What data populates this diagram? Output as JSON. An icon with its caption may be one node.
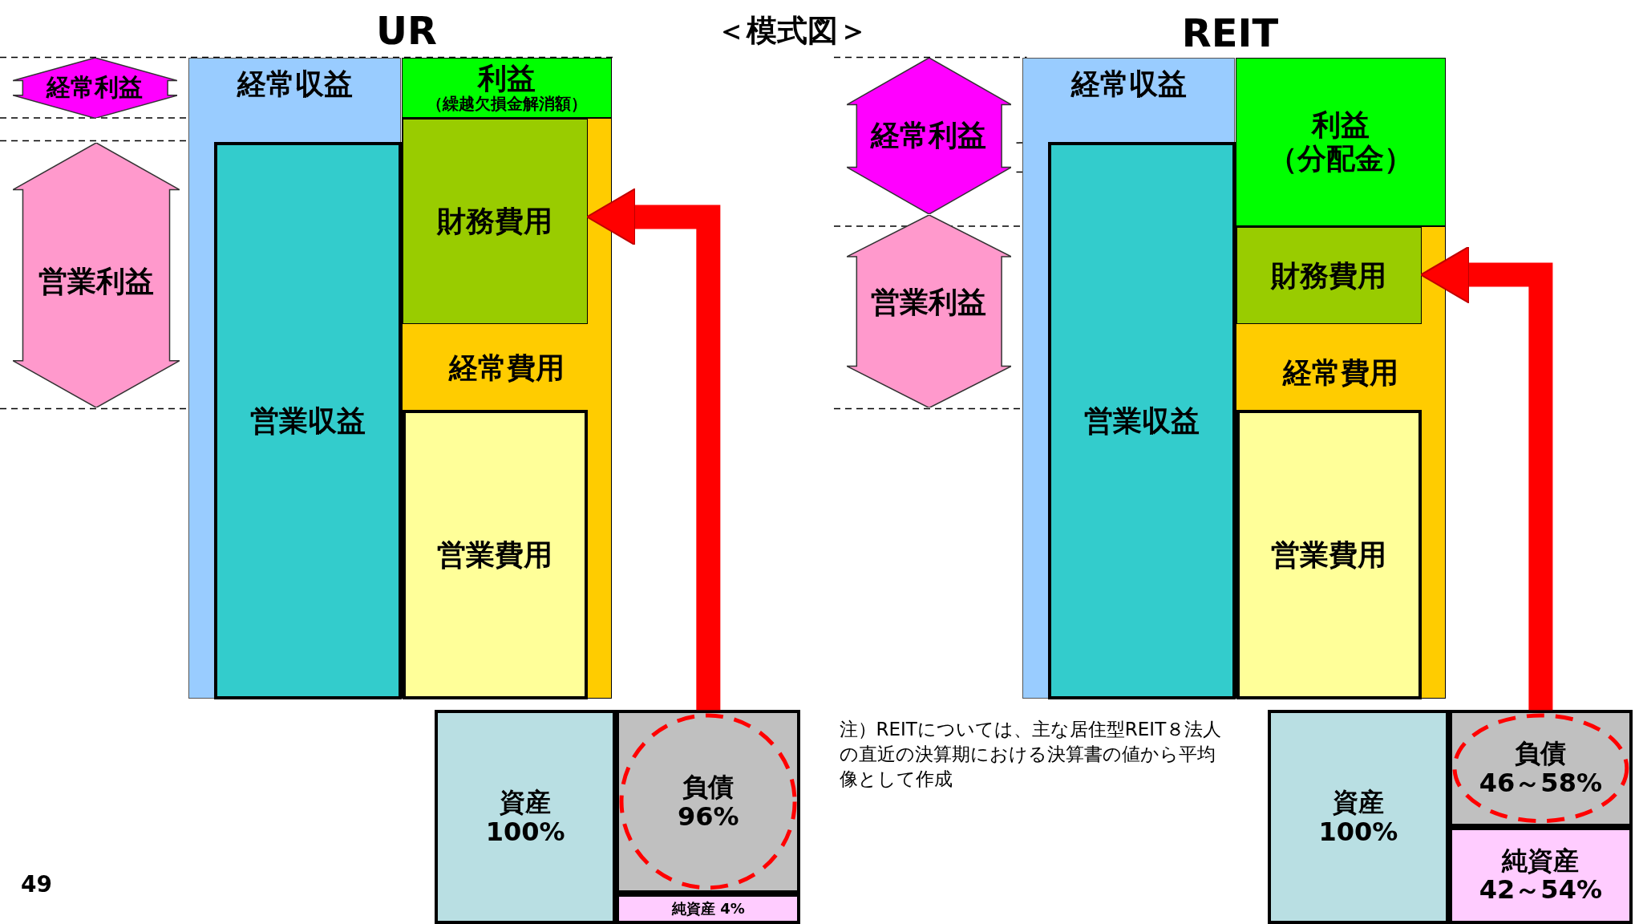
{
  "diagram": {
    "title": "＜模式図＞",
    "nodes": [
      {
        "text": [
          "経常利益"
        ]
      },
      {
        "text": [
          "経常収益"
        ]
      },
      {
        "text": [
          "営業収益"
        ],
        "in": 1
      },
      {
        "text": [
          "利益",
          "（繰越欠損金解消額）"
        ]
      },
      {
        "text": [
          "経常費用"
        ]
      },
      {
        "text": [
          "財務費用"
        ],
        "in": 4
      },
      {
        "text": [
          "営業費用"
        ],
        "in": 4
      },
      {
        "text": [
          "営業利益"
        ]
      },
      {
        "text": [
          "経常利益"
        ]
      },
      {
        "text": [
          "経常収益"
        ]
      },
      {
        "text": [
          "営業収益"
        ],
        "in": 9
      },
      {
        "text": [
          "利益",
          "（分配金）"
        ]
      },
      {
        "text": [
          "経常費用"
        ]
      },
      {
        "text": [
          "財務費用"
        ],
        "in": 12
      },
      {
        "text": [
          "営業費用"
        ],
        "in": 12
      },
      {
        "text": [
          "営業利益"
        ]
      },
      {
        "text": [
          "資産",
          "100%"
        ]
      },
      {
        "text": [
          "負債",
          "96%"
        ]
      },
      {
        "text": [
          "純資産 4%"
        ]
      },
      {
        "text": [
          "資産",
          "100%"
        ]
      },
      {
        "text": [
          "負債",
          "46～58%"
        ]
      },
      {
        "text": [
          "純資産",
          "42～54%"
        ]
      }
    ],
    "edges": [
      {
        "from": 17,
        "to": 5,
        "arrow": "to"
      },
      {
        "from": 20,
        "to": 13,
        "arrow": "to"
      }
    ],
    "labels": [
      "UR",
      "REIT",
      "49",
      "注）REITについては、主な居住型REIT８法人の直近の決算期における決算書の値から平均像として作成"
    ]
  }
}
